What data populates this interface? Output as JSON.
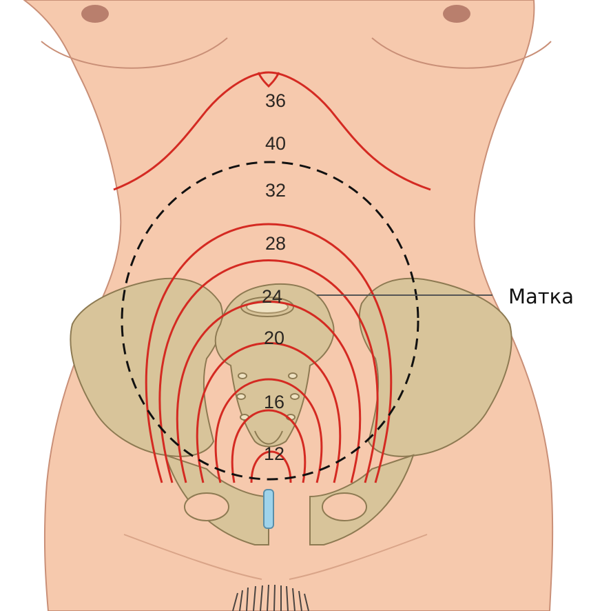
{
  "diagram": {
    "callout_label": "Матка",
    "week_labels": [
      {
        "id": "36",
        "text": "36"
      },
      {
        "id": "40",
        "text": "40"
      },
      {
        "id": "32",
        "text": "32"
      },
      {
        "id": "28",
        "text": "28"
      },
      {
        "id": "24",
        "text": "24"
      },
      {
        "id": "20",
        "text": "20"
      },
      {
        "id": "16",
        "text": "16"
      },
      {
        "id": "12",
        "text": "12"
      }
    ],
    "colors": {
      "skin": "#f6c9ad",
      "skin_outline": "#c98f77",
      "bone": "#d8c49a",
      "bone_outline": "#8d7a52",
      "fundus_line": "#d42a22",
      "dashed_line": "#111111",
      "symphysis": "#9fd3ea"
    }
  }
}
